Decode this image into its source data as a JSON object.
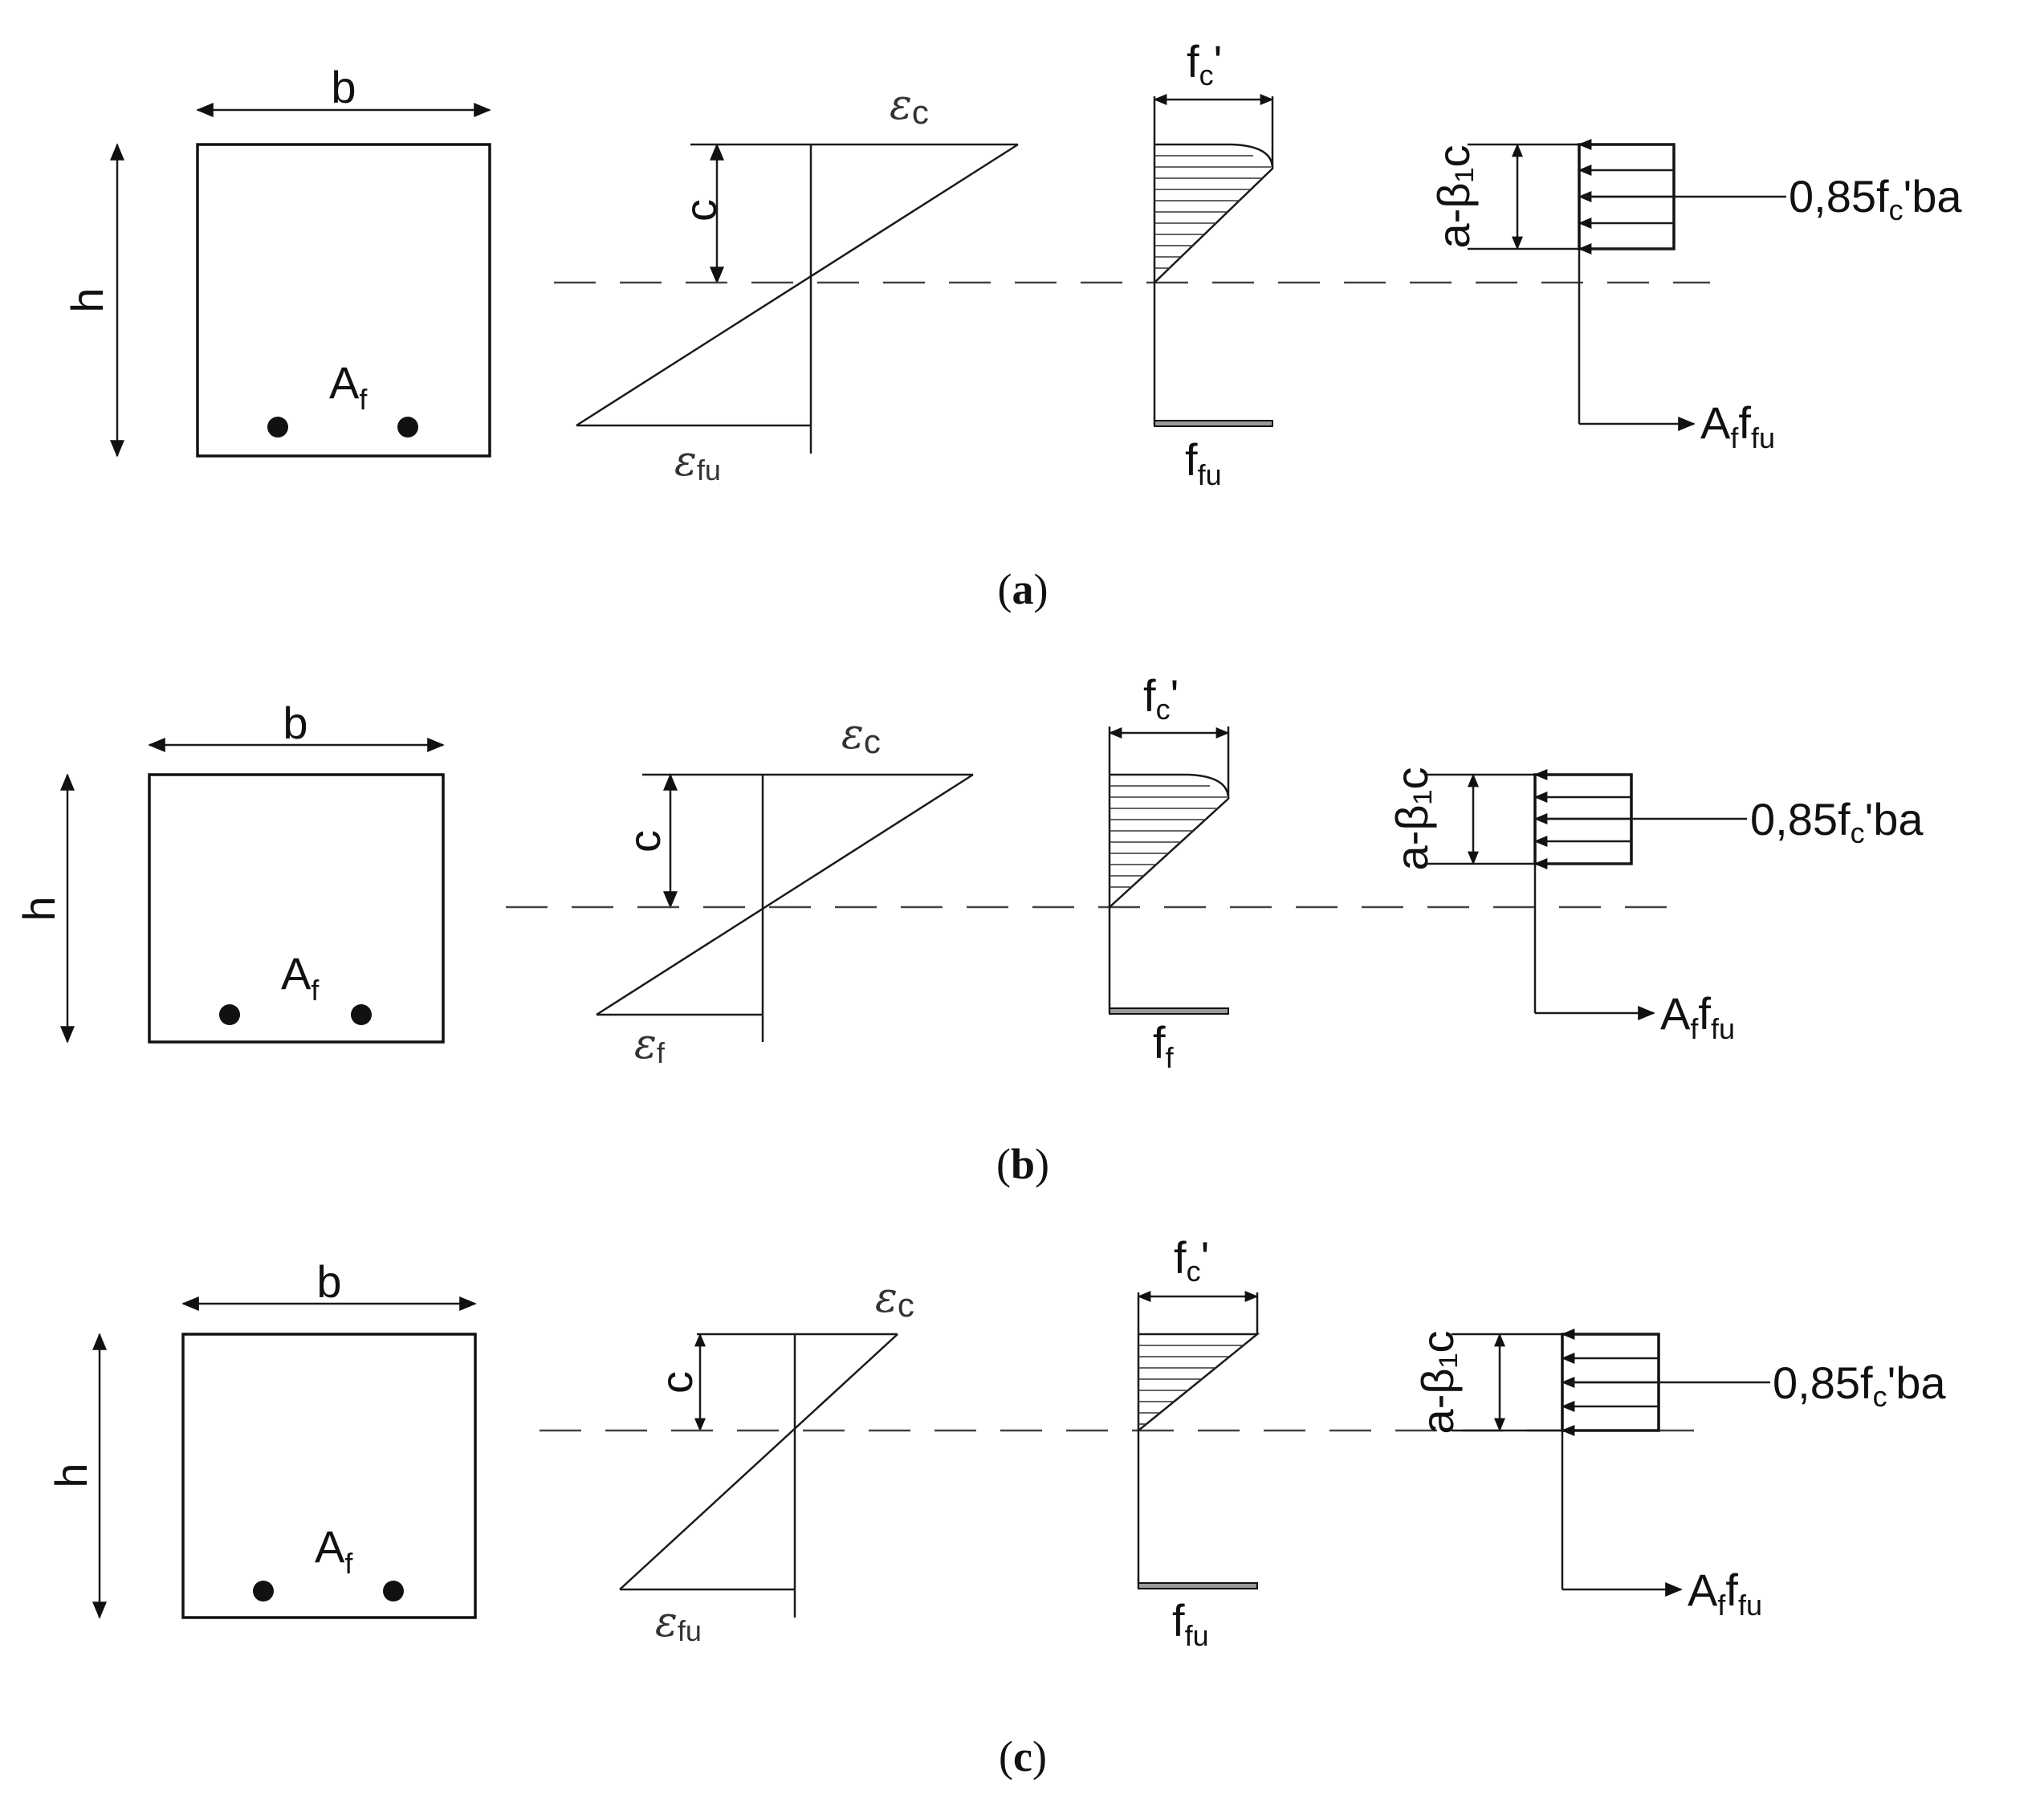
{
  "panels": [
    {
      "caption": {
        "open": "(",
        "letter": "a",
        "close": ")"
      },
      "dim_b": "b",
      "dim_h": "h",
      "bars_label": {
        "main": "A",
        "sub": "f"
      },
      "strain_top": {
        "main": "ε",
        "sub": "c"
      },
      "depth_label": "c",
      "strain_bottom": {
        "main": "ε",
        "sub": "fu"
      },
      "stress_top": {
        "main": "f",
        "sub": "c",
        "prime": "'"
      },
      "stress_bottom": {
        "main": "f",
        "sub": "fu"
      },
      "block_depth_label": "a-β₁c",
      "compression_force": {
        "pre": "0,85f",
        "sub": "c",
        "post": "'ba"
      },
      "tension_force": {
        "main": "A",
        "sub1": "f",
        "mid": "f",
        "sub2": "fu"
      }
    },
    {
      "caption": {
        "open": "(",
        "letter": "b",
        "close": ")"
      },
      "dim_b": "b",
      "dim_h": "h",
      "bars_label": {
        "main": "A",
        "sub": "f"
      },
      "strain_top": {
        "main": "ε",
        "sub": "c"
      },
      "depth_label": "c",
      "strain_bottom": {
        "main": "ε",
        "sub": "f"
      },
      "stress_top": {
        "main": "f",
        "sub": "c",
        "prime": "'"
      },
      "stress_bottom": {
        "main": "f",
        "sub": "f"
      },
      "block_depth_label": "a-β₁c",
      "compression_force": {
        "pre": "0,85f",
        "sub": "c",
        "post": "'ba"
      },
      "tension_force": {
        "main": "A",
        "sub1": "f",
        "mid": "f",
        "sub2": "fu"
      }
    },
    {
      "caption": {
        "open": "(",
        "letter": "c",
        "close": ")"
      },
      "dim_b": "b",
      "dim_h": "h",
      "bars_label": {
        "main": "A",
        "sub": "f"
      },
      "strain_top": {
        "main": "ε",
        "sub": "c"
      },
      "depth_label": "c",
      "strain_bottom": {
        "main": "ε",
        "sub": "fu"
      },
      "stress_top": {
        "main": "f",
        "sub": "c",
        "prime": "'"
      },
      "stress_bottom": {
        "main": "f",
        "sub": "fu"
      },
      "block_depth_label": "a-β₁c",
      "compression_force": {
        "pre": "0,85f",
        "sub": "c",
        "post": "'ba"
      },
      "tension_force": {
        "main": "A",
        "sub1": "f",
        "mid": "f",
        "sub2": "fu"
      }
    }
  ]
}
